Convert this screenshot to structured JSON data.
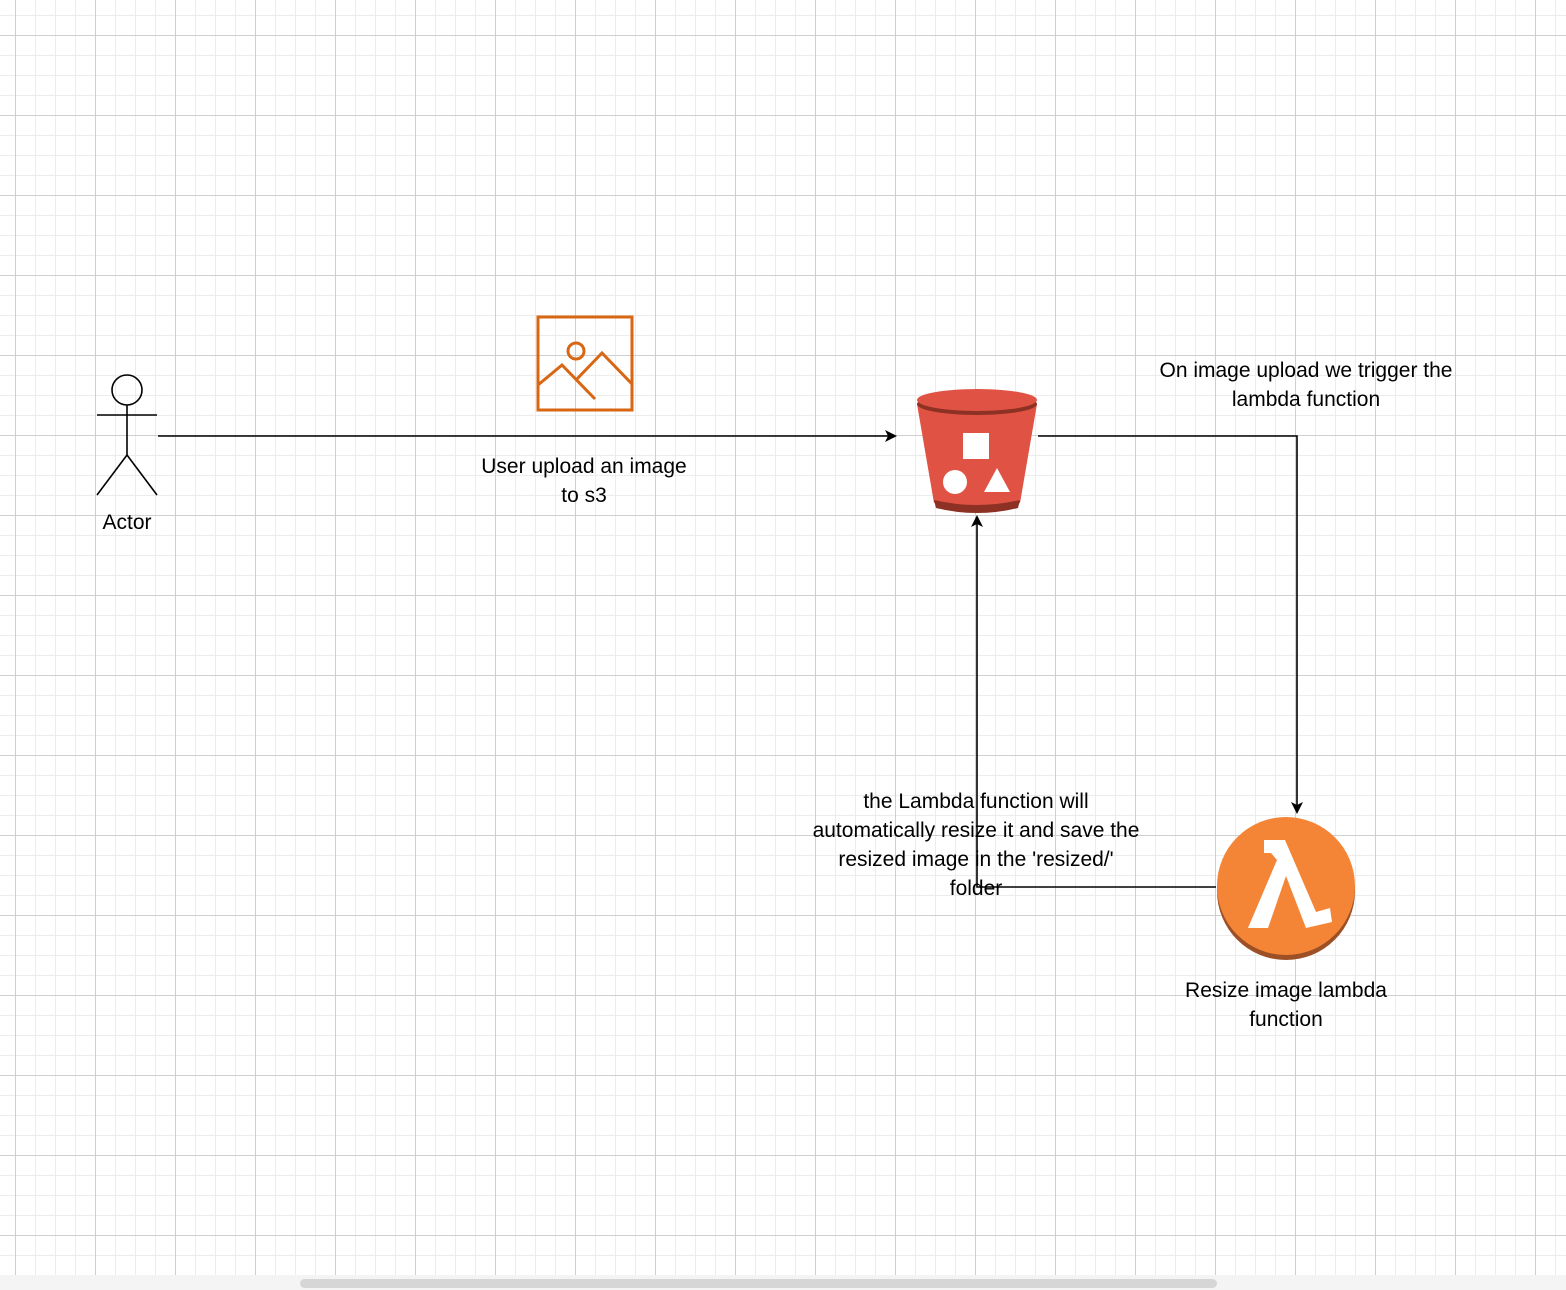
{
  "diagram": {
    "actor_label": "Actor",
    "upload_edge_label": "User upload an image\nto s3",
    "trigger_edge_label": "On image upload we trigger the\nlambda function",
    "resize_edge_label": "the Lambda function will\nautomatically resize it and save the\nresized image in the 'resized/'\nfolder",
    "lambda_label": "Resize image lambda\nfunction"
  },
  "icons": {
    "image": "image-icon",
    "s3_bucket": "s3-bucket-icon",
    "lambda": "lambda-icon",
    "actor": "actor-icon"
  },
  "colors": {
    "image_icon": "#D86613",
    "s3_bucket": "#E05243",
    "s3_bucket_dark": "#8C3123",
    "lambda": "#F58536",
    "lambda_dark": "#9D5025",
    "edge": "#000000"
  }
}
